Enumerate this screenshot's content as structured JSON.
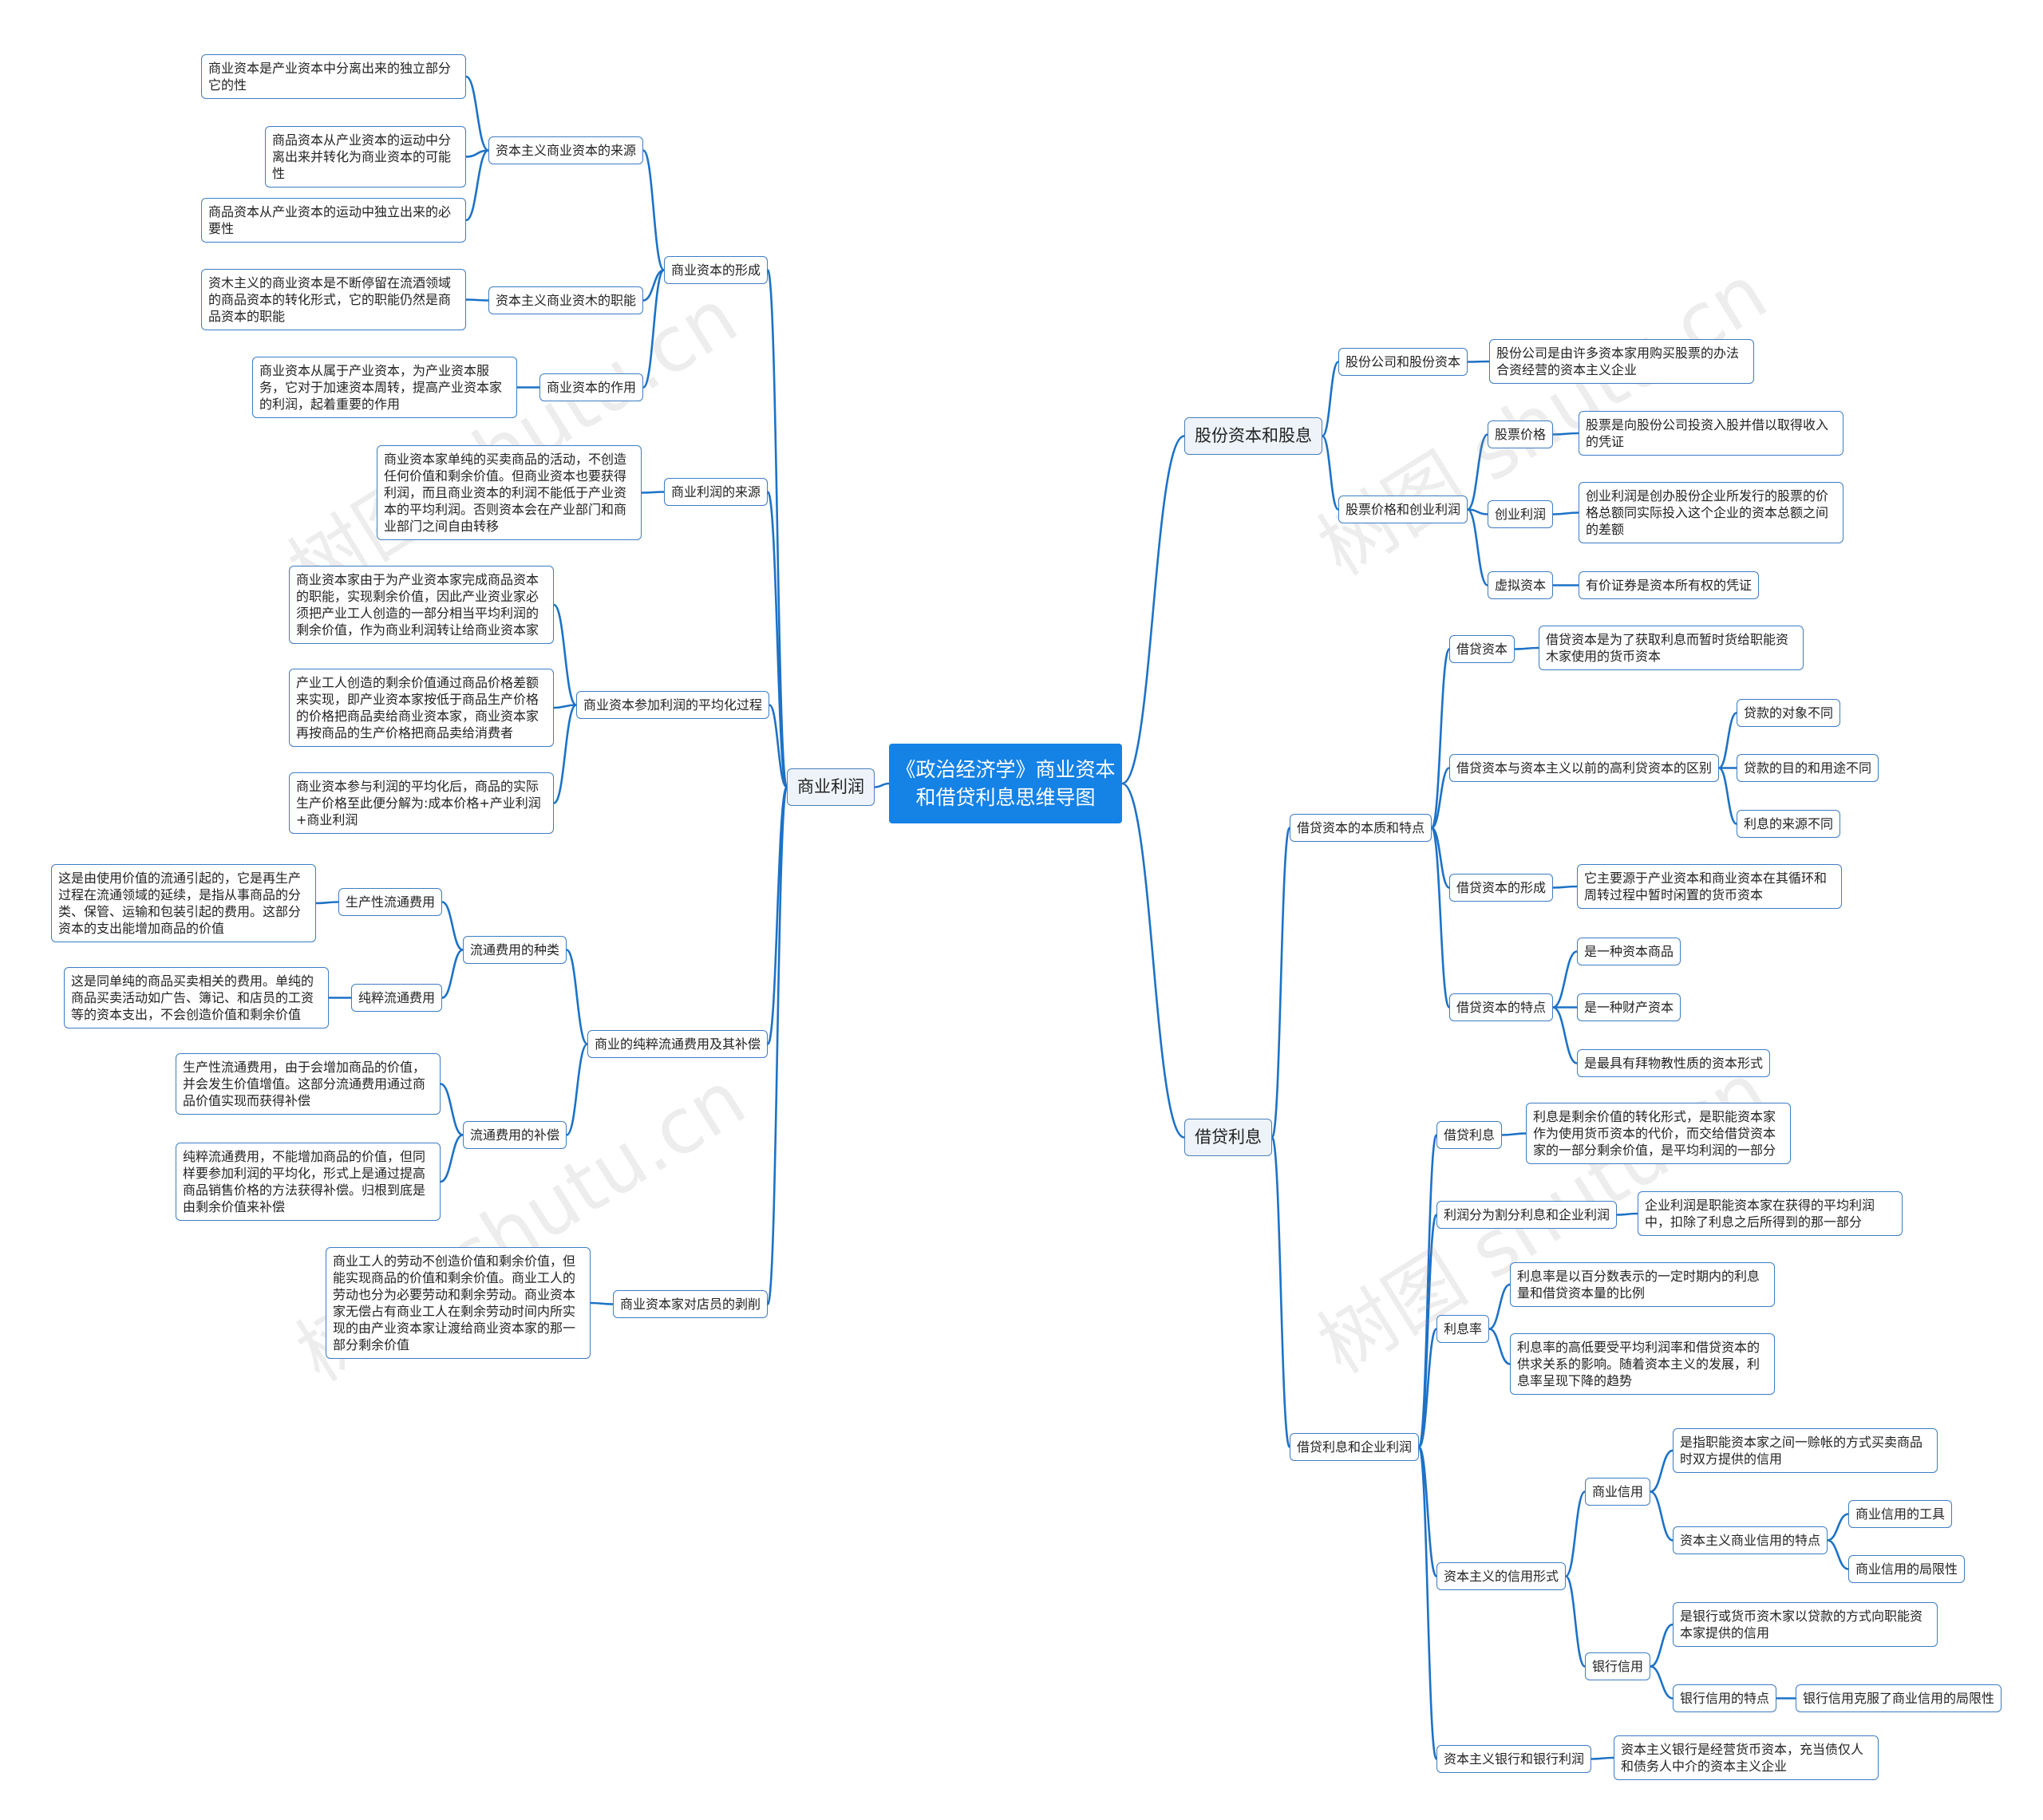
{
  "colors": {
    "line": "#1d72c6",
    "center_fill": "#1582e6",
    "node_border": "#3d7cc4"
  },
  "watermark": "树图 shutu.cn",
  "mindmap": {
    "center": "《政治经济学》商业资本和借贷利息思维导图",
    "left": {
      "branch": "商业利润",
      "formation": {
        "label": "商业资本的形成",
        "source": {
          "label": "资本主义商业资本的来源",
          "items": [
            "商业资本是产业资本中分离出来的独立部分它的性",
            "商品资本从产业资本的运动中分离出来并转化为商业资本的可能性",
            "商品资本从产业资本的运动中独立出来的必要性"
          ]
        },
        "function": {
          "label": "资本主义商业资木的职能",
          "text": "资木主义的商业资本是不断停留在流酒领域的商品资本的转化形式，它的职能仍然是商品资本的职能"
        },
        "role": {
          "label": "商业资本的作用",
          "text": "商业资本从属于产业资本，为产业资本服务，它对于加速资本周转，提高产业资本家的利润，起着重要的作用"
        }
      },
      "profit_source": {
        "label": "商业利润的来源",
        "text": "商业资本家单纯的买卖商品的活动，不创造任何价值和剩余价值。但商业资本也要获得利润，而且商业资本的利润不能低于产业资本的平均利润。否则资本会在产业部门和商业部门之间自由转移"
      },
      "averaging": {
        "label": "商业资本参加利润的平均化过程",
        "items": [
          "商业资本家由于为产业资本家完成商品资本的职能，实现剩余价值，因此产业资业家必须把产业工人创造的一部分相当平均利润的剩余价值，作为商业利润转让给商业资本家",
          "产业工人创造的剩余价值通过商品价格差额来实现，即产业资本家按低于商品生产价格的价格把商品卖给商业资本家，商业资本家再按商品的生产价格把商品卖给消费者",
          "商业资本参与利润的平均化后，商品的实际生产价格至此便分解为:成本价格+产业利润+商业利润"
        ]
      },
      "circulation": {
        "label": "商业的纯粹流通费用及其补偿",
        "types": {
          "label": "流通费用的种类",
          "productive": {
            "label": "生产性流通费用",
            "text": "这是由使用价值的流通引起的，它是再生产过程在流通领域的延续，是指从事商品的分类、保管、运输和包装引起的费用。这部分资本的支出能增加商品的价值"
          },
          "pure": {
            "label": "纯粹流通费用",
            "text": "这是同单纯的商品买卖相关的费用。单纯的商品买卖活动如广告、簿记、和店员的工资等的资本支出，不会创造价值和剩余价值"
          }
        },
        "compensation": {
          "label": "流通费用的补偿",
          "items": [
            "生产性流通费用，由于会增加商品的价值，并会发生价值增值。这部分流通费用通过商品价值实现而获得补偿",
            "纯粹流通费用，不能增加商品的价值，但同样要参加利润的平均化，形式上是通过提高商品销售价格的方法获得补偿。归根到底是由剩余价值来补偿"
          ]
        }
      },
      "exploitation": {
        "label": "商业资本家对店员的剥削",
        "text": "商业工人的劳动不创造价值和剩余价值，但能实现商品的价值和剩余价值。商业工人的劳动也分为必要劳动和剩余劳动。商业资本家无偿占有商业工人在剩余劳动时间内所实现的由产业资本家让渡给商业资本家的那一部分剩余价值"
      }
    },
    "right": {
      "stock": {
        "branch": "股份资本和股息",
        "company": {
          "label": "股份公司和股份资本",
          "text": "股份公司是由许多资本家用购买股票的办法合资经营的资本主义企业"
        },
        "price": {
          "label": "股票价格和创业利润",
          "price": {
            "label": "股票价格",
            "text": "股票是向股份公司投资入股并借以取得收入的凭证"
          },
          "founder": {
            "label": "创业利润",
            "text": "创业利润是创办股份企业所发行的股票的价格总额同实际投入这个企业的资本总额之间的差额"
          },
          "fictitious": {
            "label": "虚拟资本",
            "text": "有价证券是资本所有权的凭证"
          }
        }
      },
      "loan": {
        "branch": "借贷利息",
        "nature": {
          "label": "借贷资本的本质和特点",
          "capital": {
            "label": "借贷资本",
            "text": "借贷资本是为了获取利息而暂时货给职能资木家使用的货币资本"
          },
          "diff": {
            "label": "借贷资本与资本主义以前的高利贷资本的区别",
            "items": [
              "贷款的对象不同",
              "贷款的目的和用途不同",
              "利息的来源不同"
            ]
          },
          "form": {
            "label": "借贷资本的形成",
            "text": "它主要源于产业资本和商业资本在其循环和周转过程中暂时闲置的货币资本"
          },
          "feature": {
            "label": "借贷资本的特点",
            "items": [
              "是一种资本商品",
              "是一种财产资本",
              "是最具有拜物教性质的资本形式"
            ]
          }
        },
        "interest": {
          "label": "借贷利息和企业利润",
          "loan_interest": {
            "label": "借贷利息",
            "text": "利息是剩余价值的转化形式，是职能资本家作为使用货币资本的代价，而交给借贷资本家的一部分剩余价值，是平均利润的一部分"
          },
          "split": {
            "label": "利润分为割分利息和企业利润",
            "text": "企业利润是职能资本家在获得的平均利润中，扣除了利息之后所得到的那一部分"
          },
          "rate": {
            "label": "利息率",
            "items": [
              "利息率是以百分数表示的一定时期内的利息量和借贷资本量的比例",
              "利息率的高低要受平均利润率和借贷资本的供求关系的影响。随着资本主义的发展，利息率呈现下降的趋势"
            ]
          },
          "credit": {
            "label": "资本主义的信用形式",
            "commercial": {
              "label": "商业信用",
              "text": "是指职能资本家之间一赊帐的方式买卖商品时双方提供的信用",
              "features": {
                "label": "资本主义商业信用的特点",
                "items": [
                  "商业信用的工具",
                  "商业信用的局限性"
                ]
              }
            },
            "bank": {
              "label": "银行信用",
              "text": "是银行或货币资木家以贷款的方式向职能资本家提供的信用",
              "features": {
                "label": "银行信用的特点",
                "text": "银行信用克服了商业信用的局限性"
              }
            }
          },
          "banks": {
            "label": "资本主义银行和银行利润",
            "text": "资本主义银行是经营货币资本，充当债仅人和债务人中介的资本主义企业"
          }
        }
      }
    }
  }
}
